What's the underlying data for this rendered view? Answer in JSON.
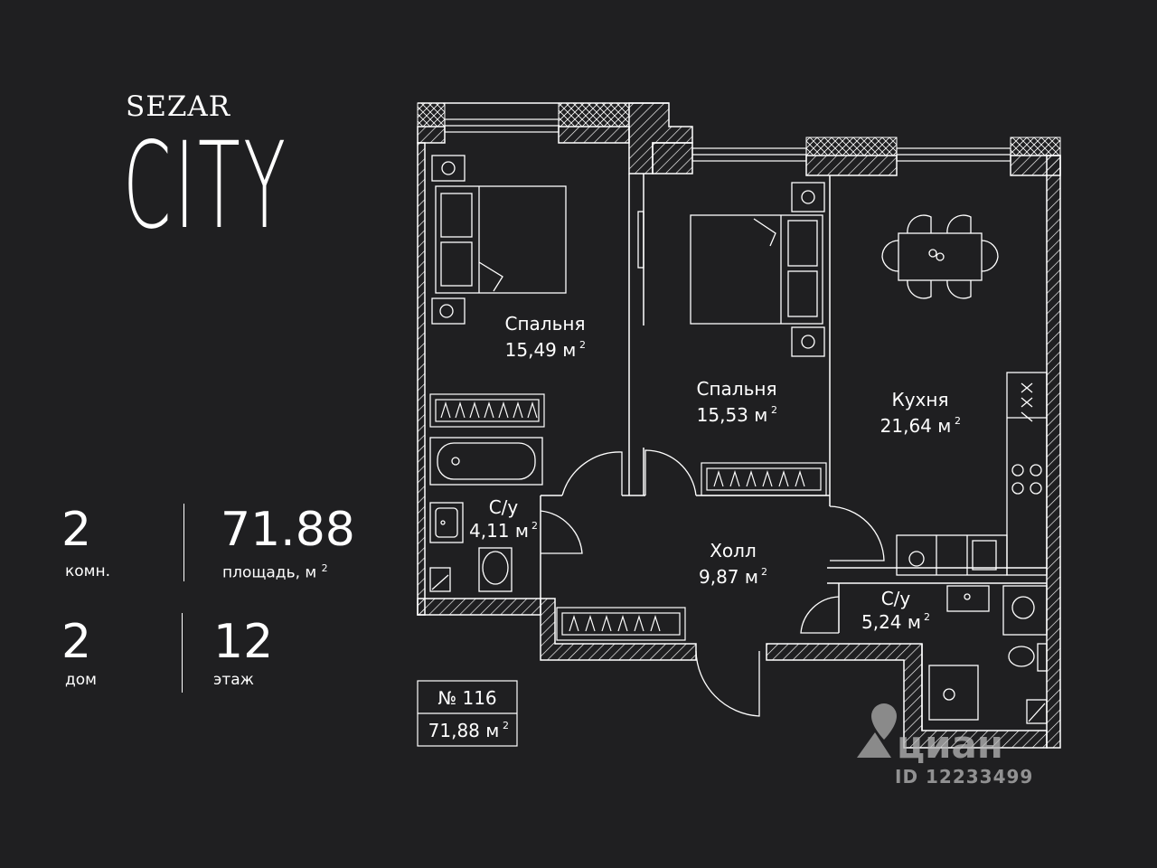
{
  "brand": {
    "top": "SEZAR",
    "bottom": "CITY"
  },
  "stats": {
    "rooms_value": "2",
    "rooms_label": "комн.",
    "area_value": "71.88",
    "area_label": "площадь, м",
    "area_label_sup": "2",
    "house_value": "2",
    "house_label": "дом",
    "floor_value": "12",
    "floor_label": "этаж"
  },
  "plan": {
    "rooms": [
      {
        "name": "Спальня",
        "area": "15,49 м"
      },
      {
        "name": "Спальня",
        "area": "15,53 м"
      },
      {
        "name": "Кухня",
        "area": "21,64 м"
      },
      {
        "name": "С/у",
        "area": "4,11 м"
      },
      {
        "name": "Холл",
        "area": "9,87 м"
      },
      {
        "name": "С/у",
        "area": "5,24 м"
      }
    ],
    "sup": "2",
    "apartment_no": "№ 116",
    "apartment_area": "71,88 м"
  },
  "watermark": {
    "brand": "циан",
    "id": "ID 12233499"
  },
  "colors": {
    "background": "#1f1f21",
    "lines": "#ffffff"
  }
}
